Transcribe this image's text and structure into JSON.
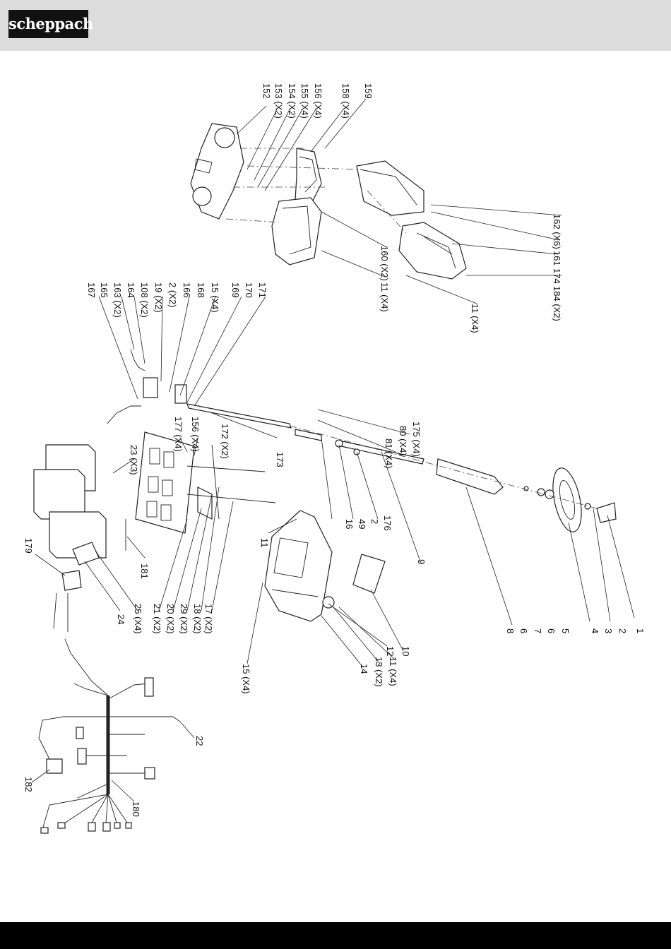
{
  "brand": {
    "logo_text": "scheppach"
  },
  "colors": {
    "header_bg": "#dcdcdc",
    "footer_bg": "#000000",
    "logo_bg": "#111111"
  },
  "callouts": {
    "c152": "152",
    "c153": "153 (X2)",
    "c154": "154 (X2)",
    "c155": "155 (X4)",
    "c156": "156 (X4)",
    "c158": "158 (X4)",
    "c159": "159",
    "c162": "162 (X6)",
    "c161": "161",
    "c174": "174",
    "c184": "184 (X2)",
    "c160": "160 (X2)",
    "c11a": "11 (X4)",
    "c11b": "11 (X4)",
    "c167": "167",
    "c165": "165",
    "c163": "163 (X2)",
    "c164": "164",
    "c108": "108 (X2)",
    "c19": "19 (X2)",
    "c2a": "2 (X2)",
    "c166": "166",
    "c168": "168",
    "c15a": "15 (X4)",
    "c169": "169",
    "c170": "170",
    "c171": "171",
    "c177": "177 (X4)",
    "c156b": "156 (X4)",
    "c172": "172 (X2)",
    "c173": "173",
    "c175": "175 (X4)",
    "c80": "80 (X4)",
    "c81": "81 (X4)",
    "c16": "16",
    "c49": "49",
    "c2b": "2",
    "c176": "176",
    "c9": "9",
    "c23": "23 (X3)",
    "c179": "179",
    "c181": "181",
    "c24": "24",
    "c25": "25 (X4)",
    "c21": "21 (X2)",
    "c20": "20 (X2)",
    "c29": "29 (X2)",
    "c18": "18 (X2)",
    "c17": "17 (X2)",
    "c11c": "11",
    "c10": "10",
    "c12": "12",
    "c11d": "11 (X4)",
    "c13": "13 (X2)",
    "c14": "14",
    "c15b": "15 (X4)",
    "c8": "8",
    "c6a": "6",
    "c7": "7",
    "c6b": "6",
    "c5": "5",
    "c4": "4",
    "c3": "3",
    "c2c": "2",
    "c1": "1",
    "c22": "22",
    "c182": "182",
    "c180": "180"
  }
}
